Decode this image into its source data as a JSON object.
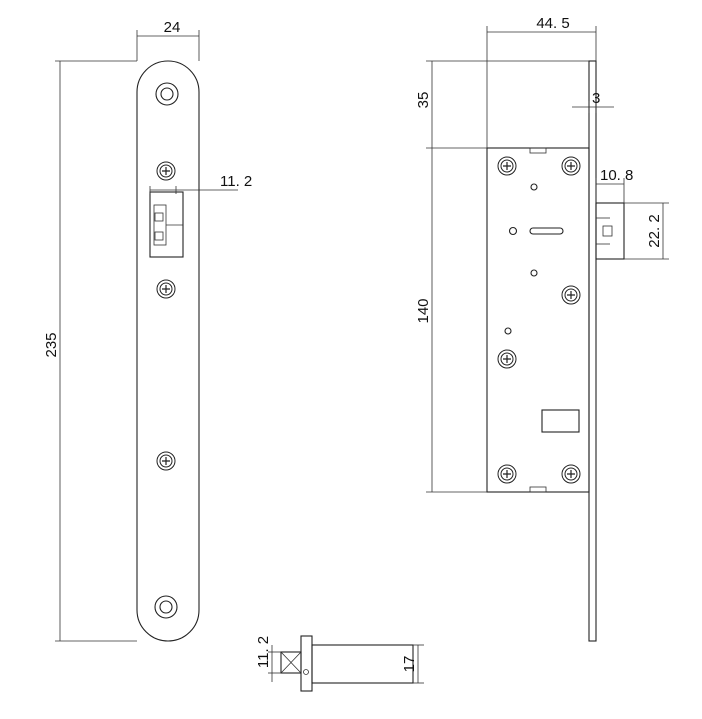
{
  "dimensions": {
    "faceplate_width": "24",
    "bolt_offset": "11. 2",
    "total_height": "235",
    "body_depth": "44. 5",
    "top_offset": "35",
    "plate_thickness": "3",
    "bolt_projection": "10. 8",
    "bolt_height": "22. 2",
    "body_height": "140",
    "bolt_width": "11. 2",
    "bolt_length": "17"
  }
}
